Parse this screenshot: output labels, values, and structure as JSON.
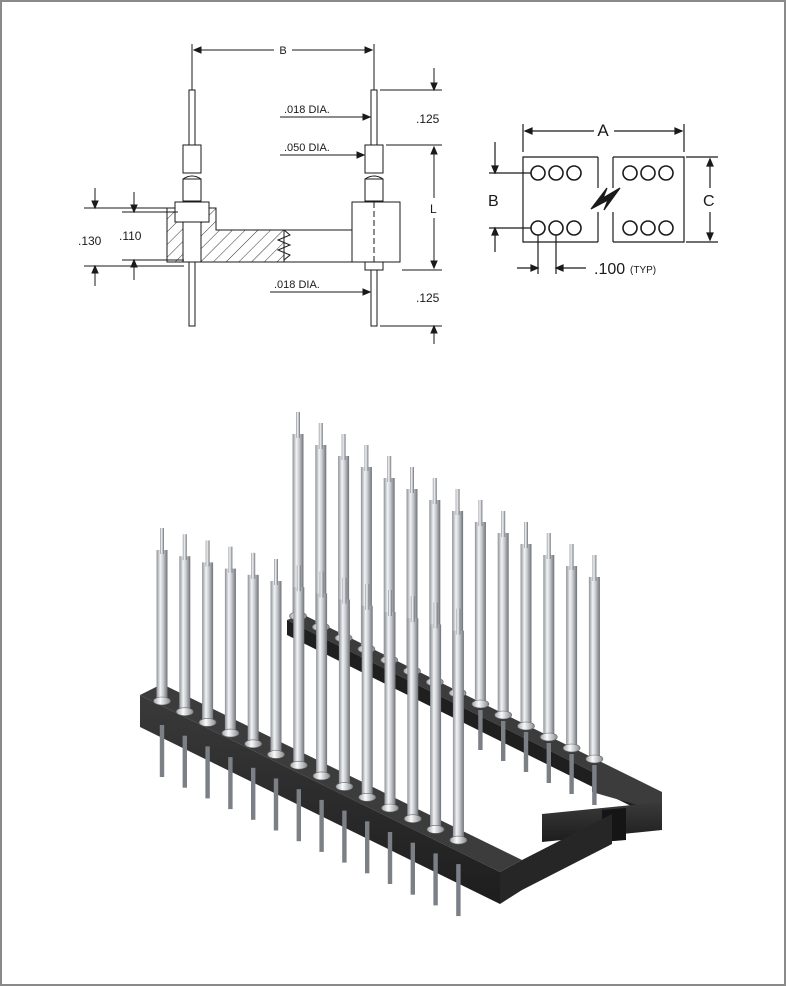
{
  "side_view": {
    "dim_b": "B",
    "dim_l": "L",
    "tail_dia_top": ".018 DIA.",
    "collar_dia": ".050 DIA.",
    "tail_dia_bottom": ".018 DIA.",
    "top_pin_length": ".125",
    "bottom_pin_length": ".125",
    "overall_height": ".130",
    "body_height": ".110"
  },
  "top_view": {
    "dim_a": "A",
    "dim_b": "B",
    "dim_c": "C",
    "pitch": ".100",
    "pitch_note": "(TYP)"
  },
  "render": {
    "pins_per_row": 14,
    "rows": 2,
    "colors": {
      "housing": "#2a2a2a",
      "housing_top": "#3c3c3c",
      "pin_light": "#e6e8ec",
      "pin_dark": "#7b7f86",
      "line": "#1a1a1a"
    }
  }
}
